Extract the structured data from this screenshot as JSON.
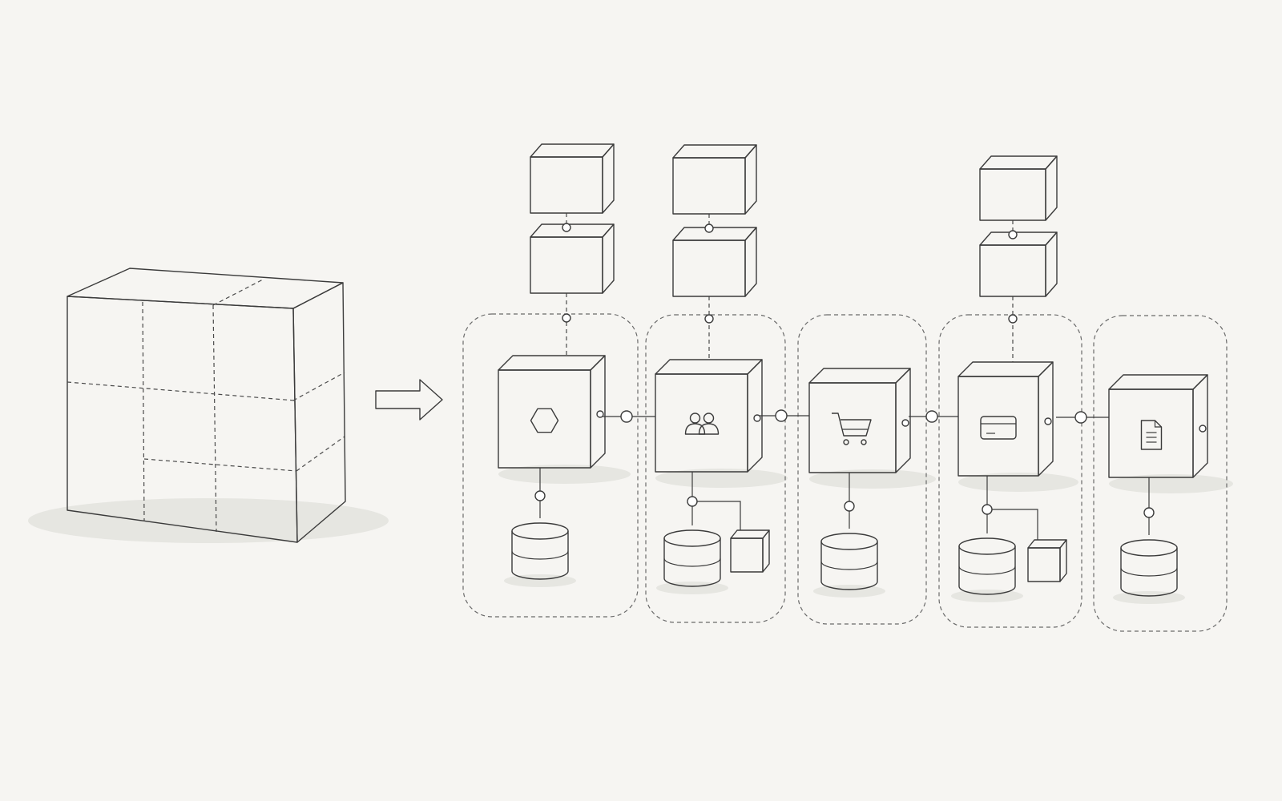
{
  "diagram": {
    "monolith": {
      "colors": {
        "front": "#dde1ea",
        "top": "#eceef3",
        "side": "#bfc5d4"
      }
    },
    "arrow": {
      "color": "#c5cbd8"
    },
    "services": [
      {
        "icon": "hexagon-icon",
        "colors": {
          "front": "#c9d6c0",
          "top": "#dde6d5",
          "side": "#b3c3a8"
        },
        "upstream": 2,
        "db": true,
        "extra_box": false
      },
      {
        "icon": "users-icon",
        "colors": {
          "front": "#f4cf94",
          "top": "#f8dfb3",
          "side": "#e9bd7a"
        },
        "upstream": 2,
        "db": true,
        "extra_box": true
      },
      {
        "icon": "cart-icon",
        "colors": {
          "front": "#f2bcb4",
          "top": "#f7d0ca",
          "side": "#e8a69c"
        },
        "upstream": 0,
        "db": true,
        "extra_box": false
      },
      {
        "icon": "card-icon",
        "colors": {
          "front": "#d2c8e4",
          "top": "#e2dbef",
          "side": "#bdb0d6"
        },
        "upstream": 2,
        "db": true,
        "extra_box": true
      },
      {
        "icon": "document-icon",
        "colors": {
          "front": "#c5d2e3",
          "top": "#d7e1ee",
          "side": "#abbbd2"
        },
        "upstream": 0,
        "db": true,
        "extra_box": false
      }
    ],
    "neutral_box": {
      "front": "#d7d8db",
      "top": "#e6e7e9",
      "side": "#c2c4c8"
    }
  }
}
